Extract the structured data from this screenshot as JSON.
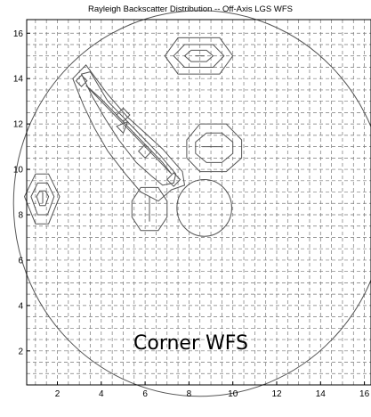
{
  "chart_data": {
    "type": "contour",
    "title": "Rayleigh Backscatter Distribution -- Off-Axis LGS WFS",
    "xlabel": "",
    "ylabel": "",
    "xlim": [
      0.6,
      16.3
    ],
    "ylim": [
      0.5,
      16.6
    ],
    "grid": true,
    "grid_style": "dashed",
    "x_ticks": [
      2,
      4,
      6,
      8,
      10,
      12,
      14,
      16
    ],
    "y_ticks": [
      2,
      4,
      6,
      8,
      10,
      12,
      14,
      16
    ],
    "x_tick_labels": [
      "2",
      "4",
      "6",
      "8",
      "10",
      "12",
      "14",
      "16"
    ],
    "y_tick_labels": [
      "2",
      "4",
      "6",
      "8",
      "10",
      "12",
      "14",
      "16"
    ],
    "annotation": "Corner WFS",
    "line_color": "#555555",
    "circles": [
      {
        "name": "pupil",
        "center": [
          8.5,
          8.5
        ],
        "radius": 8.5
      },
      {
        "name": "central-obscuration",
        "center": [
          8.7,
          8.3
        ],
        "radius": 1.25
      }
    ],
    "contours": [
      {
        "name": "top-blob",
        "points": [
          [
            7.5,
            15.8
          ],
          [
            9.4,
            15.8
          ],
          [
            10.0,
            15.0
          ],
          [
            9.4,
            14.2
          ],
          [
            7.5,
            14.2
          ],
          [
            6.9,
            15.0
          ]
        ]
      },
      {
        "name": "top-blob",
        "points": [
          [
            7.8,
            15.5
          ],
          [
            9.1,
            15.5
          ],
          [
            9.6,
            15.0
          ],
          [
            9.1,
            14.5
          ],
          [
            7.8,
            14.5
          ],
          [
            7.3,
            15.0
          ]
        ]
      },
      {
        "name": "top-blob",
        "points": [
          [
            8.1,
            15.25
          ],
          [
            8.8,
            15.25
          ],
          [
            9.1,
            15.0
          ],
          [
            8.8,
            14.75
          ],
          [
            8.1,
            14.75
          ],
          [
            7.8,
            15.0
          ]
        ]
      },
      {
        "name": "top-blob-core",
        "points": [
          [
            8.3,
            15.0
          ],
          [
            8.7,
            15.0
          ]
        ]
      },
      {
        "name": "left-blob",
        "points": [
          [
            1.0,
            9.8
          ],
          [
            1.6,
            9.8
          ],
          [
            2.1,
            8.8
          ],
          [
            1.6,
            7.6
          ],
          [
            1.0,
            7.6
          ],
          [
            0.5,
            8.8
          ]
        ]
      },
      {
        "name": "left-blob",
        "points": [
          [
            1.1,
            9.4
          ],
          [
            1.55,
            9.4
          ],
          [
            1.85,
            8.8
          ],
          [
            1.55,
            8.0
          ],
          [
            1.1,
            8.0
          ],
          [
            0.8,
            8.8
          ]
        ]
      },
      {
        "name": "left-blob",
        "points": [
          [
            1.2,
            9.05
          ],
          [
            1.45,
            9.05
          ],
          [
            1.6,
            8.8
          ],
          [
            1.45,
            8.4
          ],
          [
            1.2,
            8.4
          ],
          [
            1.05,
            8.8
          ]
        ]
      },
      {
        "name": "left-blob-core",
        "points": [
          [
            1.33,
            9.0
          ],
          [
            1.33,
            8.5
          ]
        ]
      },
      {
        "name": "right-blob",
        "points": [
          [
            8.5,
            12.0
          ],
          [
            9.7,
            12.0
          ],
          [
            10.4,
            11.3
          ],
          [
            10.4,
            10.5
          ],
          [
            9.7,
            9.9
          ],
          [
            8.5,
            9.9
          ],
          [
            7.9,
            10.5
          ],
          [
            7.9,
            11.3
          ]
        ]
      },
      {
        "name": "right-blob",
        "points": [
          [
            8.8,
            11.6
          ],
          [
            9.5,
            11.6
          ],
          [
            10.0,
            11.2
          ],
          [
            10.0,
            10.7
          ],
          [
            9.5,
            10.3
          ],
          [
            8.8,
            10.3
          ],
          [
            8.3,
            10.7
          ],
          [
            8.3,
            11.2
          ]
        ]
      },
      {
        "name": "right-blob-core",
        "points": [
          [
            8.6,
            11.0
          ],
          [
            9.5,
            11.0
          ]
        ]
      },
      {
        "name": "bottom-blob",
        "points": [
          [
            5.8,
            9.2
          ],
          [
            6.6,
            9.2
          ],
          [
            7.0,
            8.6
          ],
          [
            7.0,
            7.9
          ],
          [
            6.6,
            7.3
          ],
          [
            5.8,
            7.3
          ],
          [
            5.4,
            7.9
          ],
          [
            5.4,
            8.6
          ]
        ]
      },
      {
        "name": "bottom-blob-core",
        "points": [
          [
            6.2,
            8.8
          ],
          [
            6.2,
            7.7
          ]
        ]
      },
      {
        "name": "diagonal-outer",
        "points": [
          [
            2.7,
            14.0
          ],
          [
            3.3,
            14.6
          ],
          [
            4.3,
            13.3
          ],
          [
            5.2,
            12.3
          ],
          [
            6.0,
            11.6
          ],
          [
            6.8,
            10.9
          ],
          [
            7.7,
            9.9
          ],
          [
            7.8,
            9.3
          ],
          [
            7.2,
            9.1
          ],
          [
            6.6,
            8.6
          ],
          [
            5.8,
            9.0
          ],
          [
            5.1,
            9.8
          ],
          [
            4.3,
            10.8
          ],
          [
            3.7,
            11.8
          ],
          [
            3.2,
            12.8
          ]
        ]
      },
      {
        "name": "diagonal-mid",
        "points": [
          [
            3.1,
            14.2
          ],
          [
            3.5,
            14.3
          ],
          [
            4.3,
            13.0
          ],
          [
            5.1,
            12.2
          ],
          [
            5.9,
            11.4
          ],
          [
            6.7,
            10.6
          ],
          [
            7.4,
            9.8
          ],
          [
            7.3,
            9.4
          ],
          [
            6.8,
            9.3
          ],
          [
            6.3,
            9.7
          ],
          [
            5.6,
            10.3
          ],
          [
            4.8,
            11.3
          ],
          [
            4.2,
            12.2
          ],
          [
            3.6,
            13.2
          ]
        ]
      },
      {
        "name": "diagonal-inner",
        "points": [
          [
            3.3,
            13.7
          ],
          [
            4.0,
            13.1
          ],
          [
            4.7,
            12.4
          ],
          [
            5.4,
            11.7
          ],
          [
            6.1,
            11.0
          ],
          [
            6.8,
            10.3
          ],
          [
            7.2,
            9.8
          ]
        ]
      },
      {
        "name": "diag-sq-1",
        "points": [
          [
            3.1,
            14.15
          ],
          [
            3.35,
            13.9
          ],
          [
            3.1,
            13.65
          ],
          [
            2.85,
            13.9
          ]
        ]
      },
      {
        "name": "diag-sq-2",
        "points": [
          [
            5.0,
            12.7
          ],
          [
            5.3,
            12.4
          ],
          [
            5.0,
            12.1
          ],
          [
            4.7,
            12.4
          ]
        ]
      },
      {
        "name": "diag-sq-3",
        "points": [
          [
            6.0,
            11.1
          ],
          [
            6.3,
            10.8
          ],
          [
            6.0,
            10.5
          ],
          [
            5.7,
            10.8
          ]
        ]
      },
      {
        "name": "diag-sq-4",
        "points": [
          [
            7.3,
            9.85
          ],
          [
            7.6,
            9.55
          ],
          [
            7.3,
            9.25
          ],
          [
            7.0,
            9.55
          ]
        ]
      },
      {
        "name": "small-wedge",
        "points": [
          [
            4.7,
            11.9
          ],
          [
            5.2,
            12.1
          ],
          [
            5.0,
            11.6
          ]
        ]
      }
    ]
  }
}
